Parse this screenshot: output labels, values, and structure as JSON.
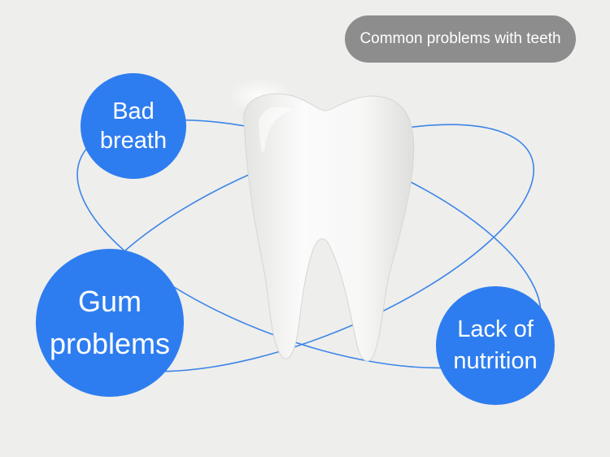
{
  "header": {
    "label": "Common problems with teeth"
  },
  "problems": [
    {
      "line1": "Bad",
      "line2": "breath"
    },
    {
      "line1": "Gum",
      "line2": "problems"
    },
    {
      "line1": "Lack of",
      "line2": "nutrition"
    }
  ],
  "colors": {
    "background": "#eeeeec",
    "bubble": "#2e7df0",
    "orbit_line": "#3d85e8",
    "header_pill": "#8d8d8d"
  },
  "icons": {
    "center": "tooth-icon"
  }
}
